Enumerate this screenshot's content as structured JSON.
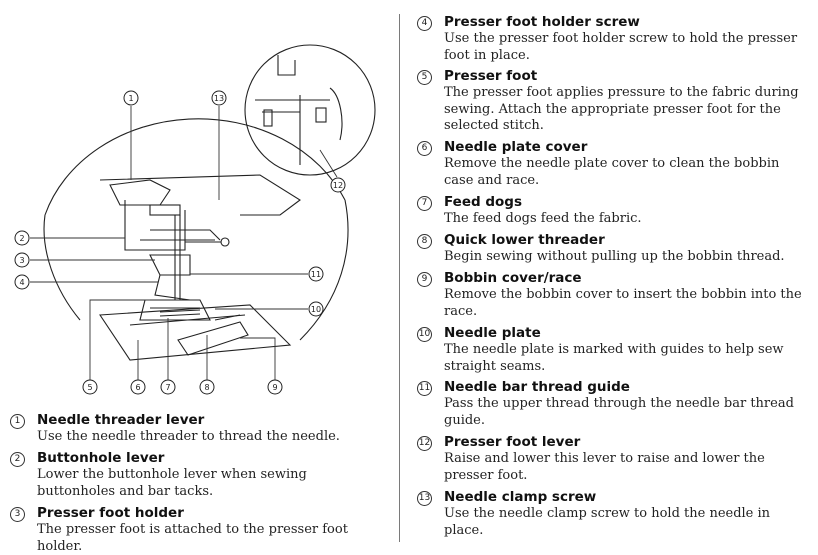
{
  "diagram_callouts": [
    "1",
    "2",
    "3",
    "4",
    "5",
    "6",
    "7",
    "8",
    "9",
    "10",
    "11",
    "12",
    "13"
  ],
  "items": [
    {
      "num": "1",
      "title": "Needle threader lever",
      "desc": "Use the needle threader to thread the needle."
    },
    {
      "num": "2",
      "title": "Buttonhole lever",
      "desc": "Lower the buttonhole lever when sewing buttonholes and bar tacks."
    },
    {
      "num": "3",
      "title": "Presser foot holder",
      "desc": "The presser foot is attached to the presser foot holder."
    },
    {
      "num": "4",
      "title": "Presser foot holder screw",
      "desc": "Use the presser foot holder screw to hold the presser foot in place."
    },
    {
      "num": "5",
      "title": "Presser foot",
      "desc": "The presser foot applies pressure to the fabric during sewing. Attach the appropriate presser foot for the selected stitch."
    },
    {
      "num": "6",
      "title": "Needle plate cover",
      "desc": "Remove the needle plate cover to clean the bobbin case and race."
    },
    {
      "num": "7",
      "title": "Feed dogs",
      "desc": "The feed dogs feed the fabric."
    },
    {
      "num": "8",
      "title": "Quick lower threader",
      "desc": "Begin sewing without pulling up the bobbin thread."
    },
    {
      "num": "9",
      "title": "Bobbin cover/race",
      "desc": "Remove the bobbin cover to insert the bobbin into the race."
    },
    {
      "num": "10",
      "title": "Needle plate",
      "desc": "The needle plate is marked with guides to help sew straight seams."
    },
    {
      "num": "11",
      "title": "Needle bar thread guide",
      "desc": "Pass the upper thread through the needle bar thread guide."
    },
    {
      "num": "12",
      "title": "Presser foot lever",
      "desc": "Raise and lower this lever to raise and lower the presser foot."
    },
    {
      "num": "13",
      "title": "Needle clamp screw",
      "desc": "Use the needle clamp screw to hold the needle in place."
    }
  ]
}
